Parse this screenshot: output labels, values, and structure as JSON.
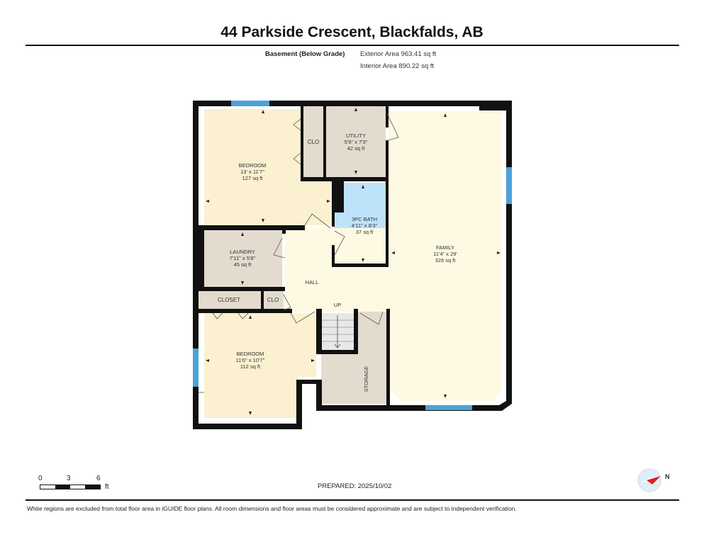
{
  "header": {
    "title": "44 Parkside Crescent, Blackfalds, AB",
    "level": "Basement (Below Grade)",
    "exterior_area": "Exterior Area 963.41 sq ft",
    "interior_area": "Interior Area 890.22 sq ft"
  },
  "colors": {
    "wall": "#111111",
    "bedroom": "#fbf0cf",
    "family": "#fdf9e3",
    "utility": "#e3dbce",
    "bath": "#bde3fa",
    "window": "#4aa3d6"
  },
  "rooms": {
    "bedroom1": {
      "name": "BEDROOM",
      "dims": "13' x 11'7\"",
      "area": "127 sq ft"
    },
    "clo1": {
      "name": "CLO"
    },
    "utility": {
      "name": "UTILITY",
      "dims": "5'9\" x 7'3\"",
      "area": "42 sq ft"
    },
    "bath": {
      "name": "3PC BATH",
      "dims": "4'11\" x 8'3\"",
      "area": "37 sq ft"
    },
    "family": {
      "name": "FAMILY",
      "dims": "11'4\" x 29'",
      "area": "326 sq ft"
    },
    "laundry": {
      "name": "LAUNDRY",
      "dims": "7'11\" x 5'8\"",
      "area": "45 sq ft"
    },
    "hall": {
      "name": "HALL"
    },
    "closet": {
      "name": "CLOSET"
    },
    "clo2": {
      "name": "CLO"
    },
    "stairs": {
      "name": "UP"
    },
    "bedroom2": {
      "name": "BEDROOM",
      "dims": "11'6\" x 10'7\"",
      "area": "112 sq ft"
    },
    "storage": {
      "name": "STORAGE"
    }
  },
  "scale_bar": {
    "ticks": [
      "0",
      "3",
      "6"
    ],
    "unit": "ft"
  },
  "footer": {
    "prepared": "PREPARED: 2025/10/02",
    "disclaimer": "White regions are excluded from total floor area in iGUIDE floor plans. All room dimensions and floor areas must be considered approximate and are subject to independent verification."
  },
  "compass": {
    "label": "N"
  }
}
